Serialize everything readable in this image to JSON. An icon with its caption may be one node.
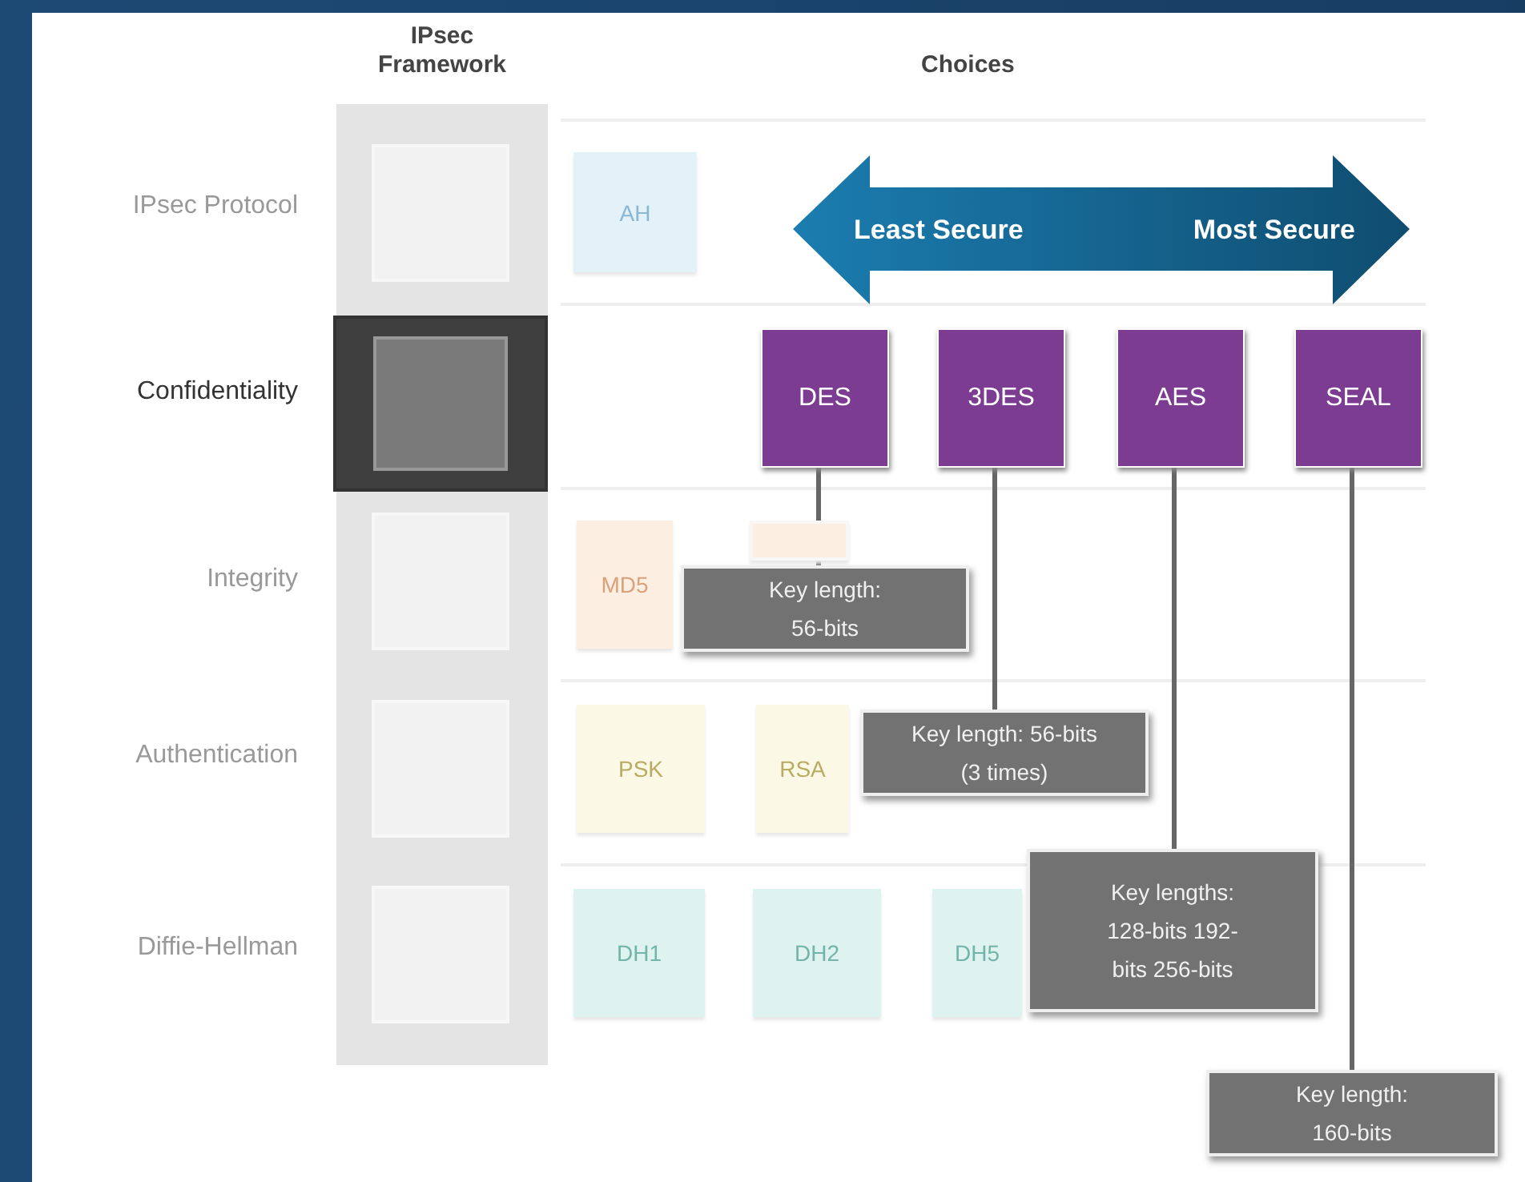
{
  "diagram": {
    "nodes": [
      {
        "text": [
          "IPsec Framework"
        ]
      },
      {
        "text": [],
        "shape": "box",
        "in": 0
      },
      {
        "text": [],
        "shape": "box",
        "in": 0
      },
      {
        "text": [],
        "shape": "box",
        "in": 0
      },
      {
        "text": [],
        "shape": "box",
        "in": 0
      },
      {
        "text": [],
        "shape": "box",
        "in": 0
      },
      {
        "text": [
          "AH"
        ]
      },
      {
        "text": [
          "Least Secure",
          "Most Secure"
        ]
      },
      {
        "text": [
          "DES"
        ]
      },
      {
        "text": [
          "3DES"
        ]
      },
      {
        "text": [
          "AES"
        ]
      },
      {
        "text": [
          "SEAL"
        ]
      },
      {
        "text": [
          "MD5"
        ]
      },
      {
        "text": [],
        "shape": "box"
      },
      {
        "text": [
          "Key length: 56-bits"
        ]
      },
      {
        "text": [
          "PSK"
        ]
      },
      {
        "text": [
          "RSA"
        ]
      },
      {
        "text": [
          "Key length: 56-bits (3 times)"
        ]
      },
      {
        "text": [
          "DH1"
        ]
      },
      {
        "text": [
          "DH2"
        ]
      },
      {
        "text": [
          "DH5"
        ]
      },
      {
        "text": [
          "Key lengths: 128-bits 192-bits 256-bits"
        ]
      },
      {
        "text": [
          "Key length: 160-bits"
        ]
      }
    ],
    "edges": [
      {
        "from": 8,
        "to": 14,
        "arrow": "none"
      },
      {
        "from": 9,
        "to": 17,
        "arrow": "none"
      },
      {
        "from": 10,
        "to": 21,
        "arrow": "none"
      },
      {
        "from": 11,
        "to": 22,
        "arrow": "none"
      }
    ],
    "labels": [
      "Choices",
      "IPsec Protocol",
      "Confidentiality",
      "Integrity",
      "Authentication",
      "Diffie-Hellman"
    ]
  }
}
